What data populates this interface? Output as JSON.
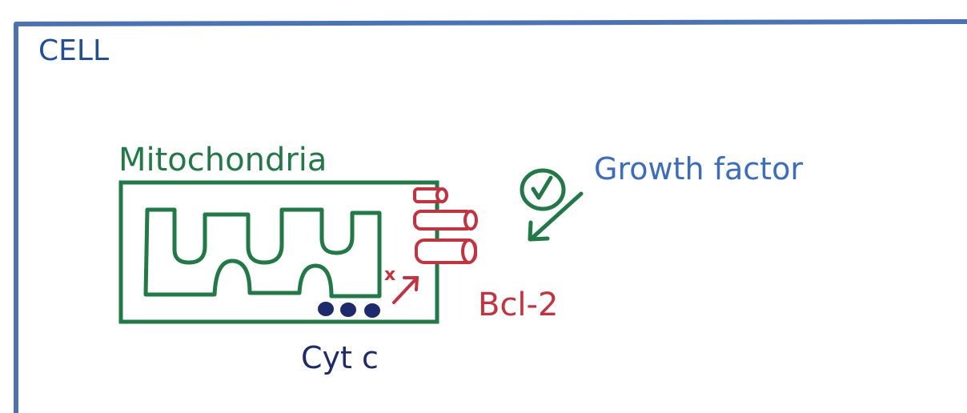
{
  "diagram": {
    "cell_label": "CELL",
    "mitochondria_label": "Mitochondria",
    "growth_factor_label": "Growth factor",
    "bcl2_label": "Bcl-2",
    "cyt_c_label": "Cyt c",
    "block_mark": "x"
  },
  "colors": {
    "cell_border": "#4a72b8",
    "cell_text": "#1f4e9c",
    "mitochondria": "#1f7a46",
    "bcl2": "#c9303e",
    "cyt_c": "#1d2a6e",
    "growth_factor_text": "#3a6cc4",
    "growth_factor_symbol": "#1f7a46"
  },
  "icons": {
    "growth_factor_symbol": "check-circle-icon",
    "cyt_c_molecules": "dot-icon",
    "bcl2_channels": "cylinder-icon"
  }
}
